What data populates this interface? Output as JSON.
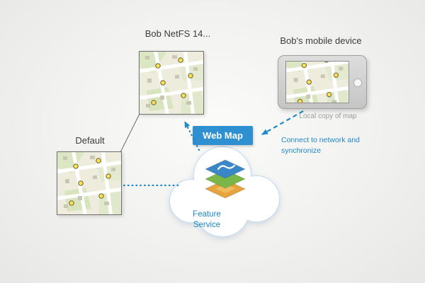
{
  "labels": {
    "netfs_map": "Bob NetFS 14...",
    "mobile_device": "Bob's mobile device",
    "local_copy": "Local copy of map",
    "default_map": "Default",
    "web_map": "Web Map",
    "feature_service": "Feature Service",
    "connect_note": "Connect to network and synchronize"
  },
  "icons": {
    "cloud": "cloud-icon",
    "layers": "layers-stack-icon",
    "map_tile": "map-thumbnail-icon",
    "poi_dot": "poi-dot-icon",
    "home_button": "device-home-button-icon"
  },
  "colors": {
    "accent_blue": "#1e88c9",
    "web_map_bg": "#2e90d1",
    "cloud_outline": "#c9e0f2",
    "layer_top_blue": "#3a87c8",
    "layer_mid_green": "#7ab648",
    "layer_bottom_orange": "#e6a33e",
    "poi_yellow": "#ffe14d",
    "label_gray": "#3c3c3c",
    "caption_gray": "#9a9a9a"
  }
}
